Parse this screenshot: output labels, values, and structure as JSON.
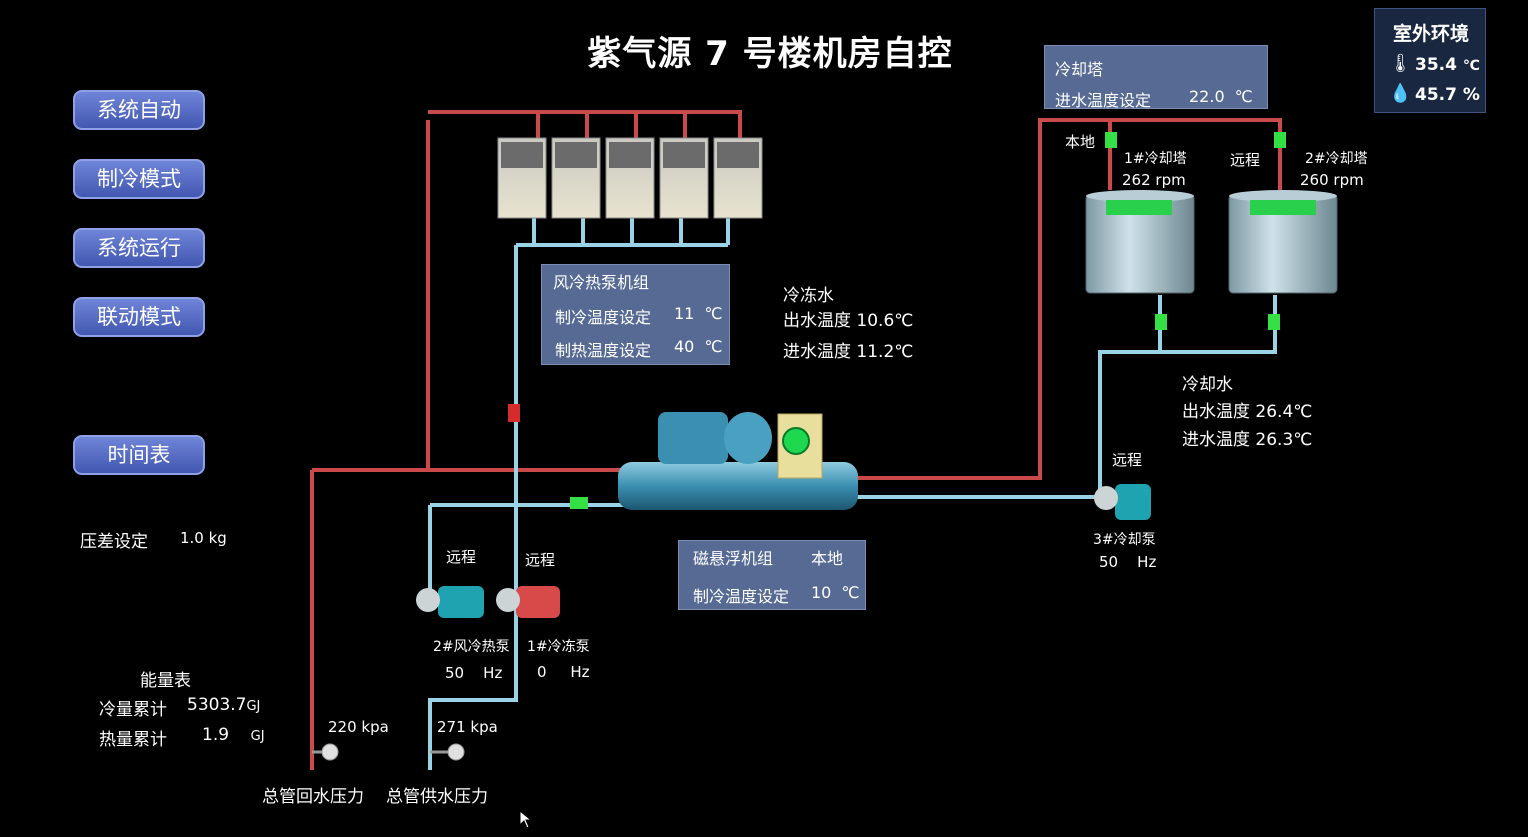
{
  "title": "紫气源 7 号楼机房自控",
  "nav": {
    "items": [
      {
        "label": "系统自动"
      },
      {
        "label": "制冷模式"
      },
      {
        "label": "系统运行"
      },
      {
        "label": "联动模式"
      },
      {
        "label": "时间表"
      }
    ]
  },
  "outdoor": {
    "title": "室外环境",
    "temperature": "35.4",
    "temperature_unit": "℃",
    "humidity": "45.7",
    "humidity_unit": "%",
    "temperature_icon": "thermometer-icon",
    "humidity_icon": "water-drop-icon"
  },
  "cooling_tower_panel": {
    "title": "冷却塔",
    "inlet_label": "进水温度设定",
    "inlet_value": "22.0",
    "inlet_unit": "℃"
  },
  "towers": [
    {
      "name": "1#冷却塔",
      "speed": "262",
      "unit": "rpm",
      "mode": "本地"
    },
    {
      "name": "2#冷却塔",
      "speed": "260",
      "unit": "rpm",
      "mode": "远程"
    }
  ],
  "heat_pump_panel": {
    "title": "风冷热泵机组",
    "cool_label": "制冷温度设定",
    "cool_value": "11",
    "heat_label": "制热温度设定",
    "heat_value": "40",
    "unit": "℃"
  },
  "chilled_water": {
    "title": "冷冻水",
    "out_label": "出水温度",
    "out_value": "10.6℃",
    "in_label": "进水温度",
    "in_value": "11.2℃"
  },
  "cooling_water": {
    "title": "冷却水",
    "out_label": "出水温度",
    "out_value": "26.4℃",
    "in_label": "进水温度",
    "in_value": "26.3℃"
  },
  "chiller_panel": {
    "title": "磁悬浮机组",
    "mode": "本地",
    "cool_label": "制冷温度设定",
    "cool_value": "10",
    "unit": "℃"
  },
  "pumps": [
    {
      "name": "2#风冷热泵",
      "freq": "50",
      "unit": "Hz",
      "mode": "远程",
      "color": "#1fa3b0"
    },
    {
      "name": "1#冷冻泵",
      "freq": "0",
      "unit": "Hz",
      "mode": "远程",
      "color": "#d84a4a"
    },
    {
      "name": "3#冷却泵",
      "freq": "50",
      "unit": "Hz",
      "mode": "远程",
      "color": "#1fa3b0"
    }
  ],
  "pressure_diff": {
    "label": "压差设定",
    "value": "1.0 kg"
  },
  "energy": {
    "title": "能量表",
    "cool_label": "冷量累计",
    "cool_value": "5303.7",
    "heat_label": "热量累计",
    "heat_value": "1.9",
    "unit": "GJ"
  },
  "gauges": [
    {
      "value": "220 kpa",
      "label": "总管回水压力"
    },
    {
      "value": "271 kpa",
      "label": "总管供水压力"
    }
  ],
  "colors": {
    "supply_pipe": "#d9534f",
    "return_pipe": "#8fd3e8",
    "panel_bg": "#566a93",
    "nav_btn": "#5a6fc8"
  }
}
